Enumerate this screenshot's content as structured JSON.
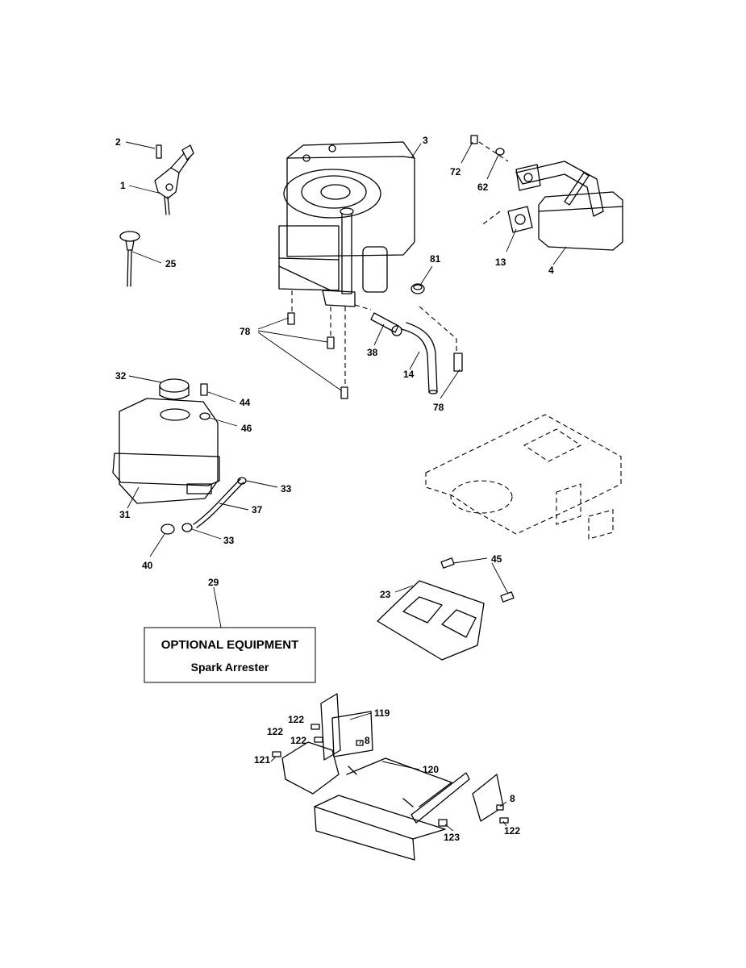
{
  "callouts": {
    "c1": "1",
    "c2": "2",
    "c3": "3",
    "c4": "4",
    "c8a": "8",
    "c8b": "8",
    "c13": "13",
    "c14": "14",
    "c23": "23",
    "c25": "25",
    "c29": "29",
    "c31": "31",
    "c32": "32",
    "c33a": "33",
    "c33b": "33",
    "c37": "37",
    "c38": "38",
    "c40": "40",
    "c44": "44",
    "c45": "45",
    "c46": "46",
    "c62": "62",
    "c72": "72",
    "c78a": "78",
    "c78b": "78",
    "c81": "81",
    "c119": "119",
    "c120": "120",
    "c121": "121",
    "c122a": "122",
    "c122b": "122",
    "c122c": "122",
    "c122d": "122",
    "c123": "123"
  },
  "optional_box": {
    "title": "OPTIONAL EQUIPMENT",
    "subtitle": "Spark Arrester"
  }
}
